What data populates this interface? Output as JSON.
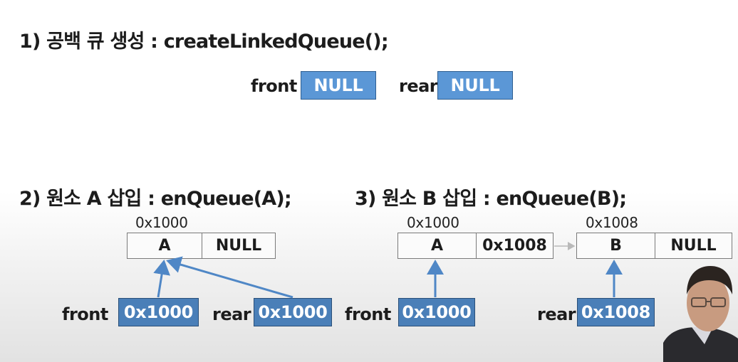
{
  "section1": {
    "title": "1) 공백 큐 생성 : createLinkedQueue();",
    "front_label": "front",
    "front_value": "NULL",
    "rear_label": "rear",
    "rear_value": "NULL"
  },
  "section2": {
    "title": "2) 원소 A 삽입 : enQueue(A);",
    "node_address": "0x1000",
    "node_data": "A",
    "node_link": "NULL",
    "front_label": "front",
    "front_value": "0x1000",
    "rear_label": "rear",
    "rear_value": "0x1000"
  },
  "section3": {
    "title": "3) 원소 B 삽입 : enQueue(B);",
    "node1_address": "0x1000",
    "node1_data": "A",
    "node1_link": "0x1008",
    "node2_address": "0x1008",
    "node2_data": "B",
    "node2_link": "NULL",
    "front_label": "front",
    "front_value": "0x1000",
    "rear_label": "rear",
    "rear_value": "0x1008"
  },
  "colors": {
    "pointer_box": "#5b97d6",
    "arrow": "#4f87c6",
    "text": "#1c1c1c"
  }
}
